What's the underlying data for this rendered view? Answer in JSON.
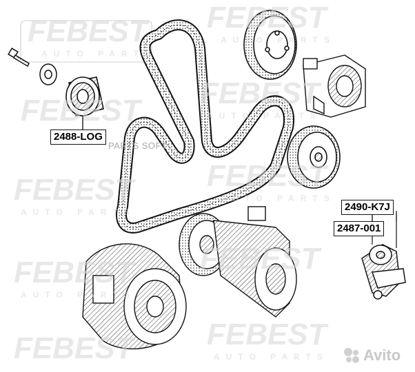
{
  "watermark": {
    "brand": "FEBEST",
    "tagline": "AUTO PARTS"
  },
  "overlay": {
    "parts_soft": "PARTS SOFT",
    "marketplace": "Avito"
  },
  "parts": [
    {
      "id": "tensioner-pulley",
      "label": "2488-LOG"
    },
    {
      "id": "tensioner-assembly",
      "label": "2490-K7J"
    },
    {
      "id": "tensioner-body",
      "label": "2487-001"
    }
  ],
  "colors": {
    "line": "#111111",
    "watermark": "#d7d7d7",
    "background": "#ffffff"
  }
}
